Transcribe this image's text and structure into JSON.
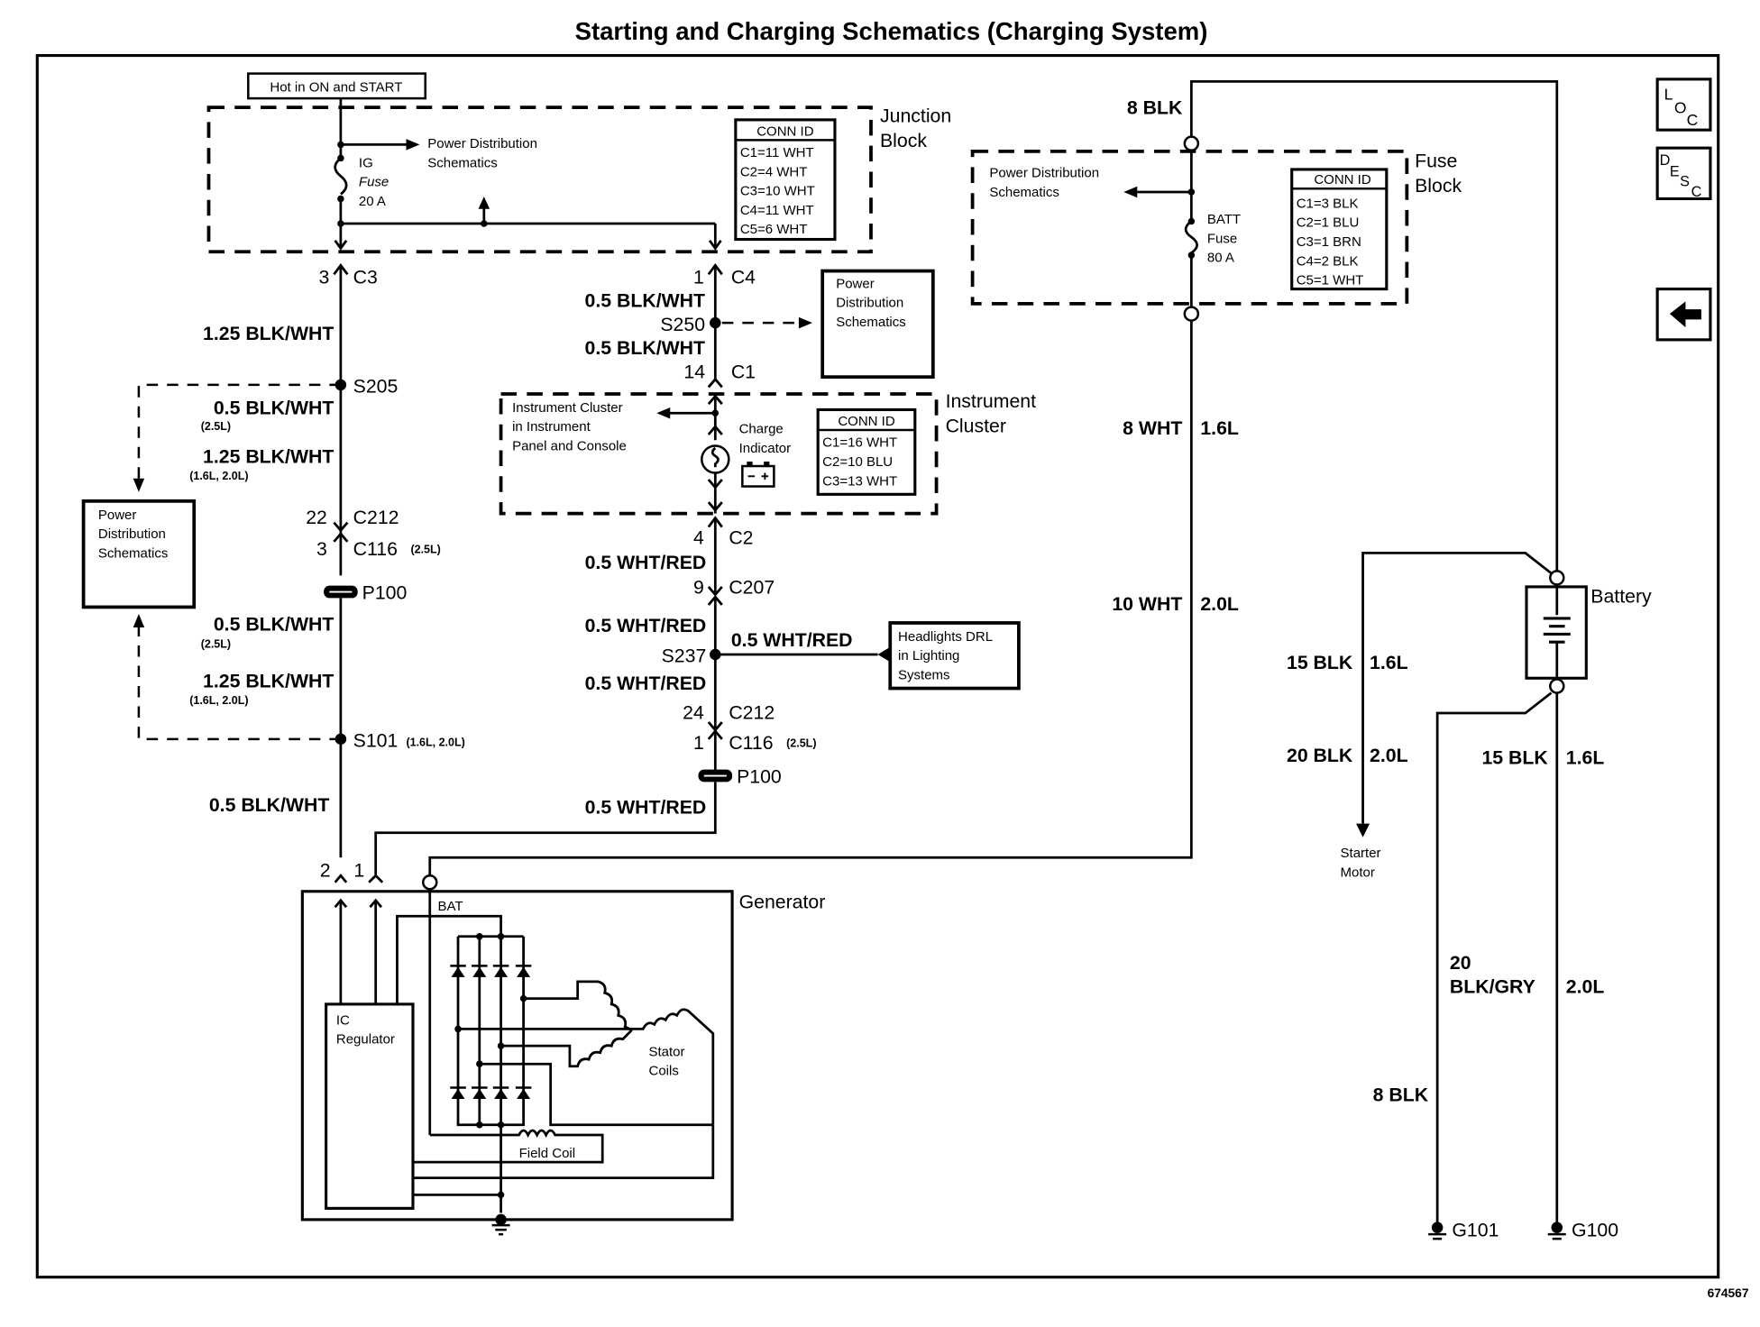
{
  "title": "Starting and Charging Schematics (Charging System)",
  "figure_id": "674567",
  "nav": {
    "loc": [
      "L",
      "O",
      "C"
    ],
    "desc": [
      "D",
      "E",
      "S",
      "C"
    ],
    "back_icon": "left-arrow-icon"
  },
  "junction_block": {
    "label_line1": "Junction",
    "label_line2": "Block",
    "hot_label": "Hot in ON and START",
    "fuse_line1": "IG",
    "fuse_line2": "Fuse",
    "fuse_line3": "20 A",
    "pds_line1": "Power Distribution",
    "pds_line2": "Schematics",
    "conn_title": "CONN ID",
    "conn": [
      "C1=11 WHT",
      "C2=4 WHT",
      "C3=10 WHT",
      "C4=11 WHT",
      "C5=6 WHT"
    ]
  },
  "fuse_block": {
    "label_line1": "Fuse",
    "label_line2": "Block",
    "fuse_line1": "BATT",
    "fuse_line2": "Fuse",
    "fuse_line3": "80 A",
    "pds_line1": "Power Distribution",
    "pds_line2": "Schematics",
    "conn_title": "CONN ID",
    "conn": [
      "C1=3 BLK",
      "C2=1 BLU",
      "C3=1 BRN",
      "C4=2 BLK",
      "C5=1 WHT"
    ]
  },
  "instrument_cluster": {
    "label_line1": "Instrument",
    "label_line2": "Cluster",
    "ref_line1": "Instrument Cluster",
    "ref_line2": "in Instrument",
    "ref_line3": "Panel and Console",
    "indicator_line1": "Charge",
    "indicator_line2": "Indicator",
    "conn_title": "CONN ID",
    "conn": [
      "C1=16 WHT",
      "C2=10 BLU",
      "C3=13 WHT"
    ]
  },
  "left_circuit": {
    "c3_pin": "3",
    "c3": "C3",
    "wire1": "1.25 BLK/WHT",
    "s205": "S205",
    "wire2a": "0.5 BLK/WHT",
    "wire2a_note": "(2.5L)",
    "wire2b": "1.25 BLK/WHT",
    "wire2b_note": "(1.6L, 2.0L)",
    "c212_pin": "22",
    "c212": "C212",
    "c116_pin": "3",
    "c116": "C116",
    "c116_note": "(2.5L)",
    "p100": "P100",
    "wire3a": "0.5 BLK/WHT",
    "wire3a_note": "(2.5L)",
    "wire3b": "1.25 BLK/WHT",
    "wire3b_note": "(1.6L, 2.0L)",
    "s101": "S101",
    "s101_note": "(1.6L, 2.0L)",
    "wire4": "0.5 BLK/WHT",
    "pds_line1": "Power",
    "pds_line2": "Distribution",
    "pds_line3": "Schematics"
  },
  "mid_circuit": {
    "c4_pin": "1",
    "c4": "C4",
    "wire1": "0.5 BLK/WHT",
    "s250": "S250",
    "wire2": "0.5 BLK/WHT",
    "c1_pin": "14",
    "c1": "C1",
    "pds_line1": "Power",
    "pds_line2": "Distribution",
    "pds_line3": "Schematics",
    "c2_pin": "4",
    "c2": "C2",
    "wire3": "0.5 WHT/RED",
    "c207_pin": "9",
    "c207": "C207",
    "wire4": "0.5 WHT/RED",
    "s237": "S237",
    "branch_wire": "0.5 WHT/RED",
    "wire5": "0.5 WHT/RED",
    "c212_pin": "24",
    "c212": "C212",
    "c116_pin": "1",
    "c116": "C116",
    "c116_note": "(2.5L)",
    "p100": "P100",
    "wire6": "0.5 WHT/RED",
    "drl_line1": "Headlights DRL",
    "drl_line2": "in Lighting",
    "drl_line3": "Systems"
  },
  "right_circuit": {
    "wire_top": "8 BLK",
    "wire_a": "8 WHT",
    "wire_a_note": "1.6L",
    "wire_b": "10 WHT",
    "wire_b_note": "2.0L",
    "starter_wire_a": "15 BLK",
    "starter_wire_a_note": "1.6L",
    "starter_wire_b": "20 BLK",
    "starter_wire_b_note": "2.0L",
    "starter_line1": "Starter",
    "starter_line2": "Motor",
    "battery": "Battery",
    "gnd_wire_a": "15 BLK",
    "gnd_wire_a_note": "1.6L",
    "gnd_wire_b_line1": "20",
    "gnd_wire_b_line2": "BLK/GRY",
    "gnd_wire_b_note": "2.0L",
    "g101_wire": "8 BLK",
    "g101": "G101",
    "g100": "G100"
  },
  "generator": {
    "label": "Generator",
    "pin2": "2",
    "pin1": "1",
    "bat": "BAT",
    "regulator_line1": "IC",
    "regulator_line2": "Regulator",
    "stator_line1": "Stator",
    "stator_line2": "Coils",
    "field_coil": "Field Coil"
  }
}
